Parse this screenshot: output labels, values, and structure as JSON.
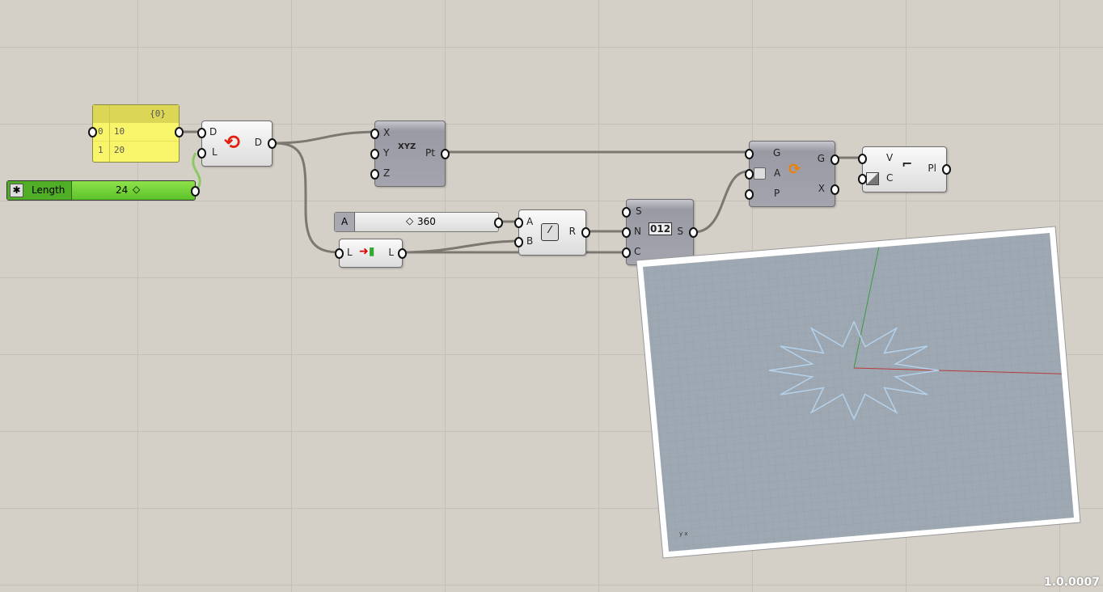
{
  "panel": {
    "header": "{0}",
    "rows": [
      {
        "index": "0",
        "value": "10"
      },
      {
        "index": "1",
        "value": "20"
      }
    ]
  },
  "length_slider": {
    "label": "Length",
    "value": "24"
  },
  "angle_slider": {
    "label": "A",
    "value": "360"
  },
  "repeat": {
    "in1": "D",
    "in2": "L",
    "out": "D"
  },
  "point": {
    "in1": "X",
    "in2": "Y",
    "in3": "Z",
    "out": "Pt",
    "icon": "XYZ"
  },
  "listlen": {
    "in": "L",
    "out": "L"
  },
  "division": {
    "in1": "A",
    "in2": "B",
    "out": "R"
  },
  "series": {
    "in1": "S",
    "in2": "N",
    "in3": "C",
    "out": "S"
  },
  "rotate": {
    "in1": "G",
    "in2": "A",
    "in3": "P",
    "out1": "G",
    "out2": "X"
  },
  "polyline": {
    "in1": "V",
    "in2": "C",
    "out": "Pl"
  },
  "viewport": {
    "axis_labels": "y x"
  },
  "version": "1.0.0007"
}
